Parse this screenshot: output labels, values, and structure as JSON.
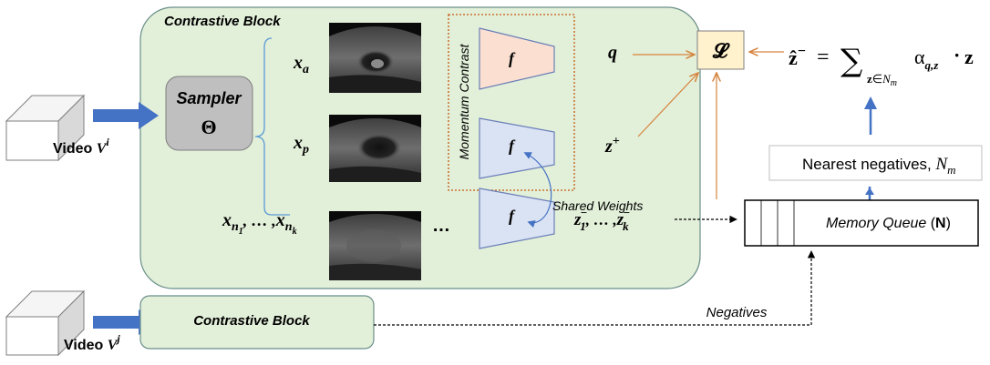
{
  "contrastive_block": {
    "title": "Contrastive Block",
    "sampler_label": "Sampler",
    "sampler_symbol": "Θ",
    "samples": [
      {
        "base": "x",
        "sub": "a"
      },
      {
        "base": "x",
        "sub": "p"
      }
    ],
    "negatives_sample": {
      "base1": "x",
      "sub1": "n",
      "subsub1": "1",
      "sep": ", … ,",
      "base2": "x",
      "sub2": "n",
      "subsub2": "k"
    },
    "ellipsis": "…",
    "momentum_label": "Momentum Contrast",
    "encoder_label": "f",
    "shared_weights": "Shared Weights",
    "q_label": "q",
    "zplus": {
      "base": "z",
      "sup": "+"
    },
    "zminus": {
      "a": "z",
      "a_sub": "1",
      "a_sup": "−",
      "sep": ", … ,",
      "b": "z",
      "b_sub": "k",
      "b_sup": "−"
    }
  },
  "video_i": {
    "label": "Video ",
    "var": "V",
    "sup": "i"
  },
  "video_j": {
    "label": "Video ",
    "var": "V",
    "sup": "j"
  },
  "second_block": {
    "title": "Contrastive Block"
  },
  "loss_symbol": "𝓛",
  "equation": {
    "lhs": "ẑ",
    "lhs_sup": "−",
    "eq": "=",
    "sum": "∑",
    "sum_sub_z": "z",
    "sum_sub_in": "∈",
    "sum_sub_N": "N",
    "sum_sub_m": "m",
    "alpha": "α",
    "alpha_sub": "q,z",
    "dot": "·",
    "rhs": "z"
  },
  "nearest_negatives": {
    "text": "Nearest negatives, ",
    "var": "N",
    "sub": "m"
  },
  "memory_queue": {
    "text": "Memory Queue ",
    "paren_open": "(",
    "N": "N",
    "paren_close": ")"
  },
  "negatives_label": "Negatives",
  "colors": {
    "block_fill": "#e2efd9",
    "block_stroke": "#6a8f8a",
    "sampler_fill": "#bfbfbf",
    "encoder_q_fill": "#fbe0d2",
    "encoder_k_fill": "#dae3f3",
    "encoder_stroke": "#6b7fb8",
    "loss_fill": "#fff2cc",
    "orange_arrow": "#d6843e",
    "blue_arrow": "#4472c4",
    "momentum_border": "#c55a11"
  },
  "icons": [
    "video-cube-icon",
    "ultrasound-frame-image",
    "trapezoid-encoder-icon",
    "arrow-icon"
  ]
}
